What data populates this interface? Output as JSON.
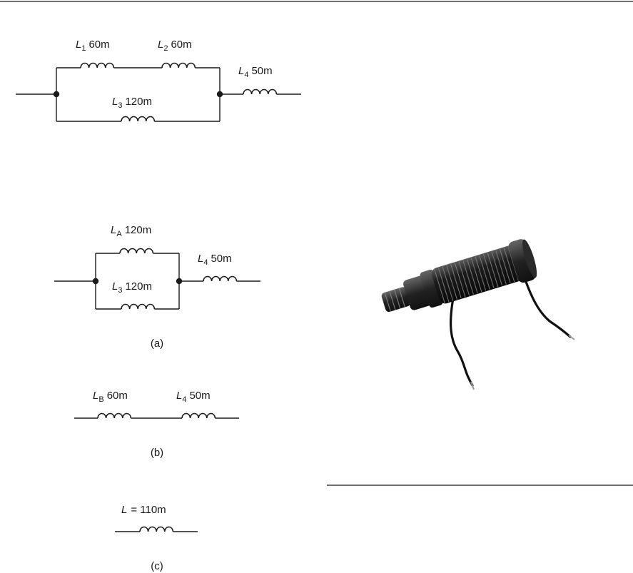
{
  "circuit_top": {
    "l1": {
      "symbol": "L",
      "sub": "1",
      "value": "60m"
    },
    "l2": {
      "symbol": "L",
      "sub": "2",
      "value": "60m"
    },
    "l3": {
      "symbol": "L",
      "sub": "3",
      "value": "120m"
    },
    "l4": {
      "symbol": "L",
      "sub": "4",
      "value": "50m"
    }
  },
  "circuit_a": {
    "la": {
      "symbol": "L",
      "sub": "A",
      "value": "120m"
    },
    "l3": {
      "symbol": "L",
      "sub": "3",
      "value": "120m"
    },
    "l4": {
      "symbol": "L",
      "sub": "4",
      "value": "50m"
    },
    "caption": "(a)"
  },
  "circuit_b": {
    "lb": {
      "symbol": "L",
      "sub": "B",
      "value": "60m"
    },
    "l4": {
      "symbol": "L",
      "sub": "4",
      "value": "50m"
    },
    "caption": "(b)"
  },
  "circuit_c": {
    "l": {
      "symbol": "L",
      "value": "= 110m"
    },
    "caption": "(c)"
  },
  "photo": {
    "subject": "inductor-coil-photo"
  }
}
